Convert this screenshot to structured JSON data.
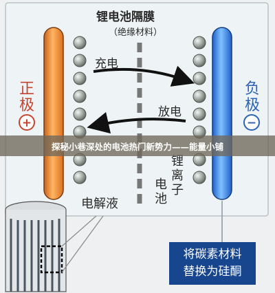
{
  "diagram": {
    "separator_title": "锂电池隔膜",
    "separator_subtitle": "（绝缘材料）",
    "charge_label": "充电",
    "discharge_label": "放电",
    "positive_label": "正极",
    "negative_label": "负极",
    "positive_symbol": "+",
    "negative_symbol": "−",
    "electrolyte_label": "电解液",
    "li_ion_label": "锂离子",
    "battery_label": "电池",
    "callout_line1": "将碳素材料",
    "callout_line2": "替换为硅酮"
  },
  "banner": {
    "text": "探秘小巷深处的电池热门新势力——能量小铺"
  },
  "colors": {
    "positive_electrode": "#f08a2c",
    "negative_electrode": "#2f7fe0",
    "positive_text": "#c4442f",
    "negative_text": "#2b62b5",
    "callout_bg": "#17468f"
  }
}
